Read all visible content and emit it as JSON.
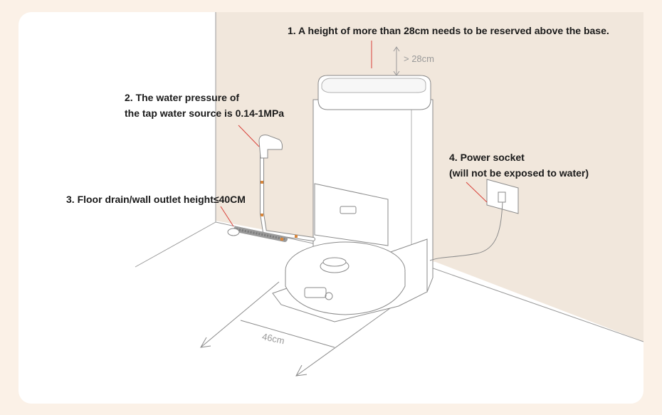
{
  "annotations": {
    "reserve_height": "1. A height of more than 28cm needs to be reserved above the base.",
    "water_pressure_line1": "2. The water pressure of",
    "water_pressure_line2": "the tap water source is 0.14-1MPa",
    "floor_drain": "3. Floor drain/wall outlet height≤40CM",
    "power_socket_line1": "4. Power socket",
    "power_socket_line2": "(will not be exposed to water)"
  },
  "dimensions": {
    "height_clearance": "> 28cm",
    "front_clearance": "46cm"
  },
  "colors": {
    "page_background": "#fbf1e7",
    "wall": "#f1e7dc",
    "line": "#8a8a8a",
    "leader_red": "#d9423a",
    "hose_accent": "#d9863a"
  }
}
